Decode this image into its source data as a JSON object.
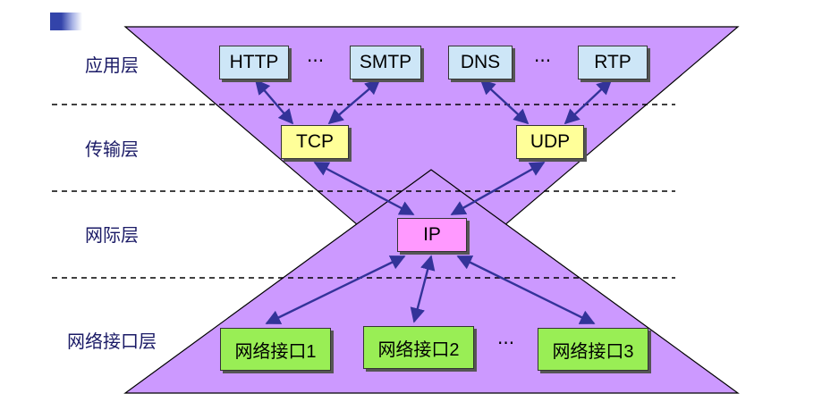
{
  "layers": [
    "应用层",
    "传输层",
    "网际层",
    "网络接口层"
  ],
  "application": {
    "boxes": [
      "HTTP",
      "SMTP",
      "DNS",
      "RTP"
    ],
    "ellipsis": [
      "···",
      "···"
    ]
  },
  "transport": {
    "boxes": [
      "TCP",
      "UDP"
    ]
  },
  "internet": {
    "box": "IP"
  },
  "network_interface": {
    "boxes": [
      "网络接口1",
      "网络接口2",
      "网络接口3"
    ],
    "ellipsis": "···"
  },
  "colors": {
    "triangle_fill": "#cc99ff",
    "arrow": "#333399",
    "dashed_line": "#000000",
    "app_box": "#cde6f7",
    "transport_box": "#ffff99",
    "ip_box": "#ff99ff",
    "net_box": "#99ee55",
    "layer_text": "#1a1a66"
  }
}
